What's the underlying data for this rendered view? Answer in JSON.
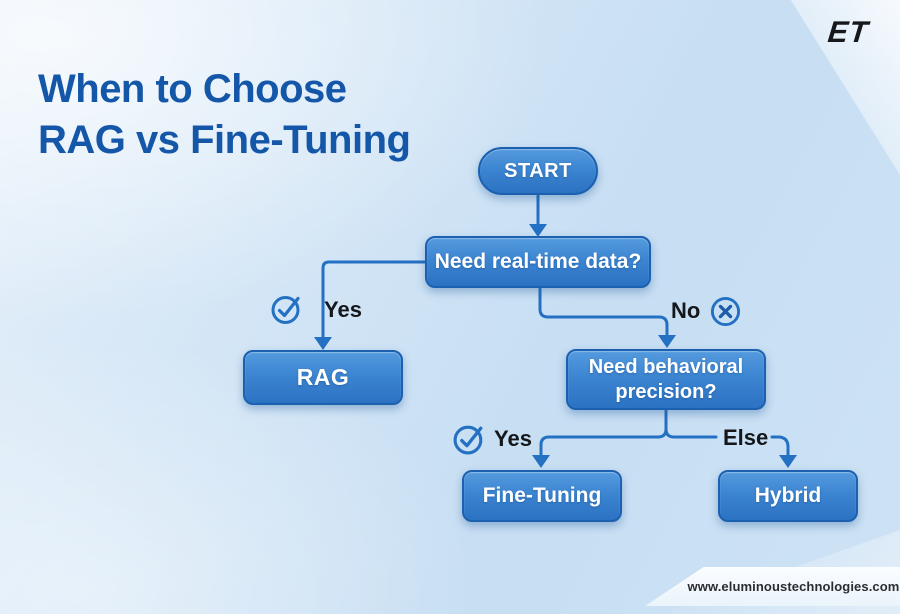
{
  "header": {
    "logo_text": "ET",
    "title_line1": "When to Choose",
    "title_line2": "RAG vs Fine-Tuning"
  },
  "footer": {
    "website_url": "www.eluminoustechnologies.com"
  },
  "colors": {
    "title_blue": "#1456a8",
    "node_fill_top": "#549ade",
    "node_fill_bottom": "#2c72c3",
    "node_border": "#1c60b0",
    "connector_blue": "#2470c2",
    "edge_label_text": "#15171b",
    "background_light_blue": "#cfe3f5"
  },
  "flowchart": {
    "nodes": [
      {
        "id": "start",
        "type": "start-terminal",
        "label": "START"
      },
      {
        "id": "realtime-question",
        "type": "decision",
        "label": "Need real-time data?"
      },
      {
        "id": "rag",
        "type": "outcome",
        "label": "RAG"
      },
      {
        "id": "behavioral-question",
        "type": "decision",
        "label": "Need behavioral precision?"
      },
      {
        "id": "fine-tuning",
        "type": "outcome",
        "label": "Fine-Tuning"
      },
      {
        "id": "hybrid",
        "type": "outcome",
        "label": "Hybrid"
      }
    ],
    "edges": [
      {
        "from": "start",
        "to": "realtime-question",
        "label": "",
        "icon": "none"
      },
      {
        "from": "realtime-question",
        "to": "rag",
        "label": "Yes",
        "icon": "check-circle"
      },
      {
        "from": "realtime-question",
        "to": "behavioral-question",
        "label": "No",
        "icon": "x-circle"
      },
      {
        "from": "behavioral-question",
        "to": "fine-tuning",
        "label": "Yes",
        "icon": "check-circle"
      },
      {
        "from": "behavioral-question",
        "to": "hybrid",
        "label": "Else",
        "icon": "none"
      }
    ]
  }
}
